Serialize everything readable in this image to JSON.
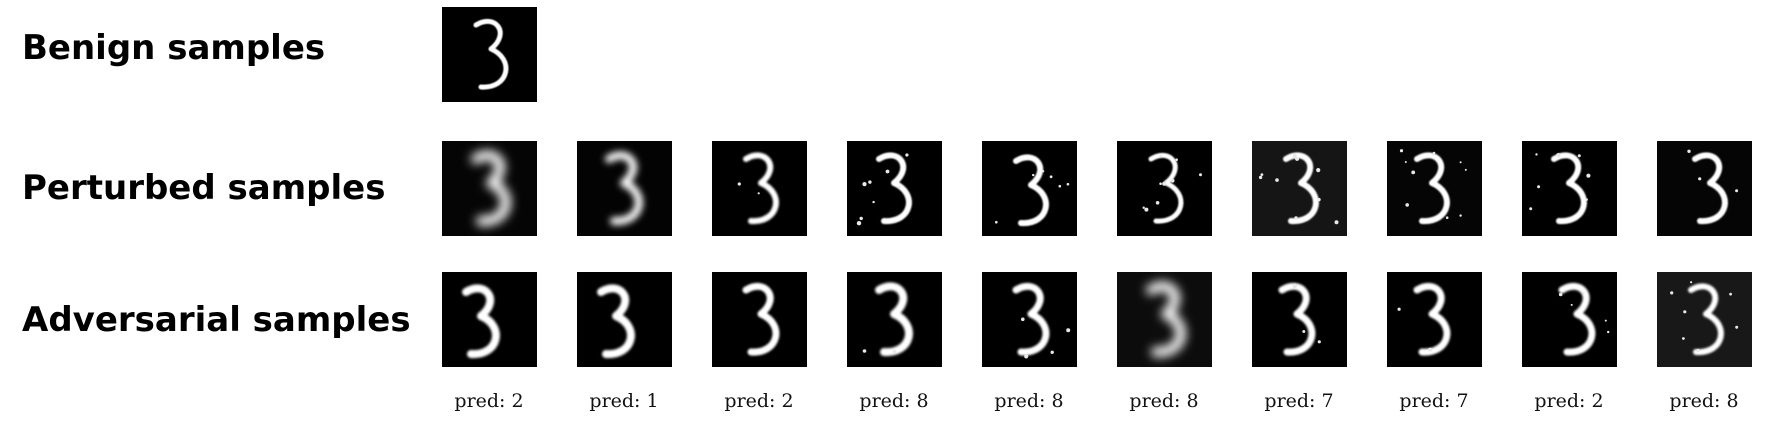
{
  "rows": {
    "benign": {
      "label": "Benign samples",
      "count": 1
    },
    "perturbed": {
      "label": "Perturbed samples",
      "count": 10
    },
    "adversarial": {
      "label": "Adversarial samples",
      "count": 10
    }
  },
  "digit_shown": "3",
  "predictions": [
    "pred: 2",
    "pred: 1",
    "pred: 2",
    "pred: 8",
    "pred: 8",
    "pred: 8",
    "pred: 7",
    "pred: 7",
    "pred: 2",
    "pred: 8"
  ],
  "colors": {
    "tile_background": "#000000",
    "stroke": "#ffffff",
    "label": "#000000"
  }
}
